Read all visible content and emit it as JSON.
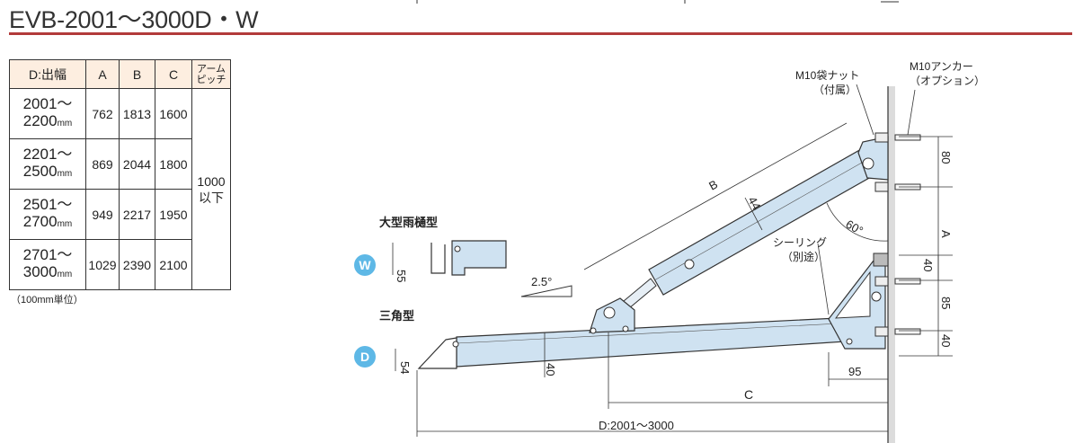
{
  "title": "EVB-2001～3000D・W",
  "table": {
    "headers": [
      "D:出幅",
      "A",
      "B",
      "C",
      "アーム\nピッチ"
    ],
    "rows": [
      {
        "range_top": "2001～",
        "range_bottom": "2200",
        "unit": "mm",
        "a": "762",
        "b": "1813",
        "c": "1600"
      },
      {
        "range_top": "2201～",
        "range_bottom": "2500",
        "unit": "mm",
        "a": "869",
        "b": "2044",
        "c": "1800"
      },
      {
        "range_top": "2501～",
        "range_bottom": "2700",
        "unit": "mm",
        "a": "949",
        "b": "2217",
        "c": "1950"
      },
      {
        "range_top": "2701～",
        "range_bottom": "3000",
        "unit": "mm",
        "a": "1029",
        "b": "2390",
        "c": "2100"
      }
    ],
    "arm_pitch_line1": "1000",
    "arm_pitch_line2": "以下",
    "note": "（100mm単位）"
  },
  "diagram": {
    "nut_label_1": "M10袋ナット",
    "nut_label_2": "（付属）",
    "anchor_label_1": "M10アンカー",
    "anchor_label_2": "（オプション）",
    "sealing_label_1": "シーリング",
    "sealing_label_2": "（別途）",
    "label_b": "B",
    "label_44": "44",
    "label_angle": "60°",
    "label_slope": "2.5°",
    "label_gutter_big": "大型雨樋型",
    "label_triangle": "三角型",
    "badge_w": "W",
    "badge_d": "D",
    "dim_55": "55",
    "dim_54": "54",
    "dim_40_beam": "40",
    "dim_80": "80",
    "dim_a": "A",
    "dim_40_upper": "40",
    "dim_85": "85",
    "dim_40_lower": "40",
    "dim_95": "95",
    "dim_c": "C",
    "dim_d": "D:2001～3000",
    "colors": {
      "arm_fill": "#cfe2f1",
      "badge": "#5eb8e6",
      "rule": "#b23a3a",
      "header_bg": "#fdeee0"
    }
  }
}
